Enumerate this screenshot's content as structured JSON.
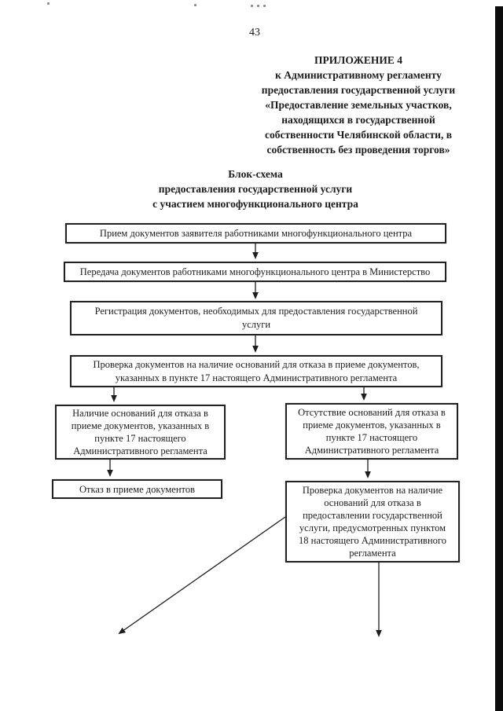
{
  "page_number": "43",
  "header": {
    "lines": [
      "ПРИЛОЖЕНИЕ 4",
      "к Административному регламенту",
      "предоставления государственной услуги",
      "«Предоставление земельных участков,",
      "находящихся в государственной",
      "собственности Челябинской области, в",
      "собственность без проведения торгов»"
    ]
  },
  "doc_title": {
    "lines": [
      "Блок-схема",
      "предоставления государственной услуги",
      "с участием многофункционального центра"
    ]
  },
  "flowchart": {
    "boxes": {
      "reception": "Прием документов заявителя работниками многофункционального центра",
      "transfer": "Передача документов работниками многофункционального центра в Министерство",
      "registration": "Регистрация документов, необходимых для предоставления государственной\nуслуги",
      "check_refusal": "Проверка документов на наличие оснований для отказа в приеме документов,\nуказанных в пункте 17 настоящего Административного регламента",
      "grounds_present": "Наличие оснований для отказа в\nприеме документов, указанных в\nпункте 17 настоящего\nАдминистративного регламента",
      "grounds_absent": "Отсутствие оснований для отказа в\nприеме документов, указанных в\nпункте 17 настоящего\nАдминистративного регламента",
      "refusal": "Отказ в приеме документов",
      "check_provision": "Проверка документов на наличие\nоснований для отказа в\nпредоставлении государственной\nуслуги, предусмотренных пунктом\n18 настоящего Административного\nрегламента"
    }
  }
}
